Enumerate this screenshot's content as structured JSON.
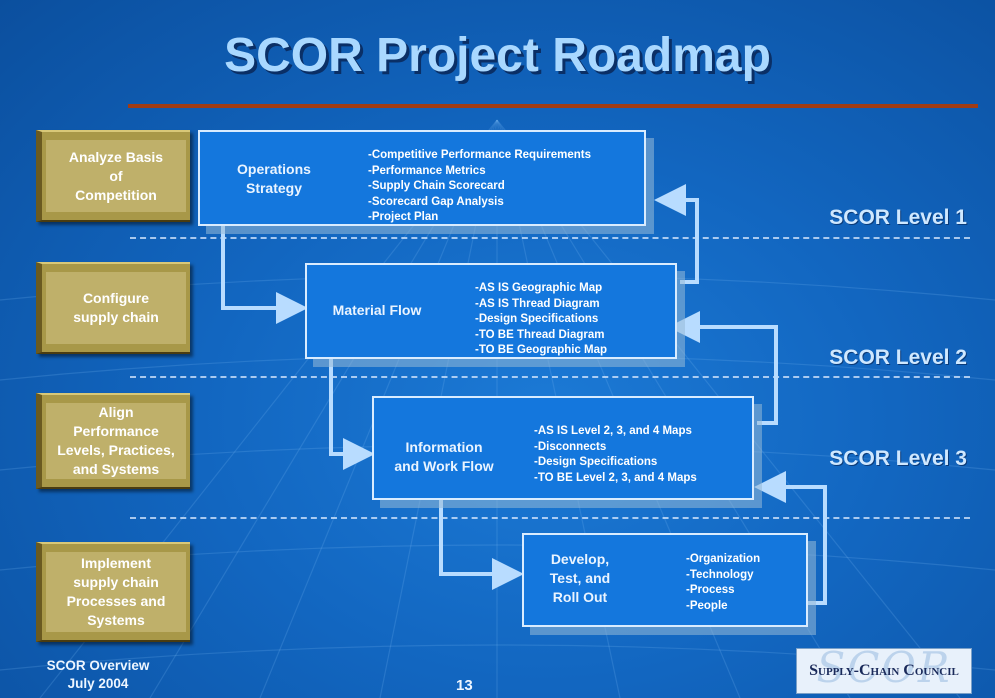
{
  "slide": {
    "title": "SCOR Project Roadmap",
    "stages": [
      {
        "label": "Analyze Basis\nof\nCompetition"
      },
      {
        "label": "Configure\nsupply chain"
      },
      {
        "label": "Align\nPerformance\nLevels, Practices,\nand Systems"
      },
      {
        "label": "Implement\nsupply chain\nProcesses and\nSystems"
      }
    ],
    "steps": [
      {
        "title": "Operations\nStrategy",
        "items": [
          "-Competitive Performance Requirements",
          "-Performance Metrics",
          "-Supply Chain Scorecard",
          "-Scorecard Gap Analysis",
          "-Project Plan"
        ]
      },
      {
        "title": "Material Flow",
        "items": [
          "-AS IS Geographic Map",
          "-AS IS Thread Diagram",
          "-Design Specifications",
          "-TO BE Thread Diagram",
          "-TO BE Geographic Map"
        ]
      },
      {
        "title": "Information\nand Work Flow",
        "items": [
          "-AS IS Level 2, 3, and 4 Maps",
          "-Disconnects",
          "-Design Specifications",
          "-TO BE Level 2, 3, and 4 Maps"
        ]
      },
      {
        "title": "Develop,\nTest, and\nRoll Out",
        "items": [
          "-Organization",
          "-Technology",
          "-Process",
          "-People"
        ]
      }
    ],
    "levels": [
      "SCOR Level 1",
      "SCOR Level 2",
      "SCOR Level 3"
    ],
    "footer": {
      "line1": "SCOR Overview",
      "line2": "July 2004",
      "page_number": "13"
    },
    "logo": {
      "watermark": "SCOR",
      "text": "Supply-Chain Council"
    },
    "colors": {
      "background": "#1266c0",
      "step_box": "#1477dd",
      "stage_box": "#bfb06a",
      "title": "#a9d8ff",
      "rule": "#a03c14",
      "arrow": "#b8dcff"
    }
  }
}
